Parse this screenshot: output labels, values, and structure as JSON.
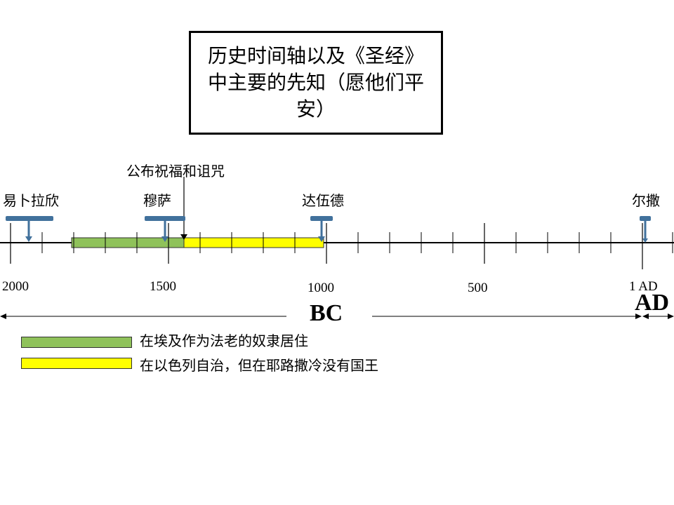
{
  "title": "历史时间轴以及《圣经》中主要的先知（愿他们平安）",
  "markers": [
    {
      "key": "ibrahim",
      "label": "易卜拉欣"
    },
    {
      "key": "musa",
      "label": "穆萨"
    },
    {
      "key": "blessing",
      "label": "公布祝福和诅咒"
    },
    {
      "key": "dawud",
      "label": "达伍德"
    },
    {
      "key": "isa",
      "label": "尔撒"
    }
  ],
  "axis_labels": [
    "2000",
    "1500",
    "1000",
    "500",
    "1 AD"
  ],
  "eras": {
    "bc": "BC",
    "ad": "AD"
  },
  "legend": [
    {
      "label": "在埃及作为法老的奴隶居住",
      "color": "#8fc25a"
    },
    {
      "label": "在以色列自治，但在耶路撒冷没有国王",
      "color": "#ffff00"
    }
  ],
  "colors": {
    "marker": "#41719c",
    "axis": "#000000"
  }
}
